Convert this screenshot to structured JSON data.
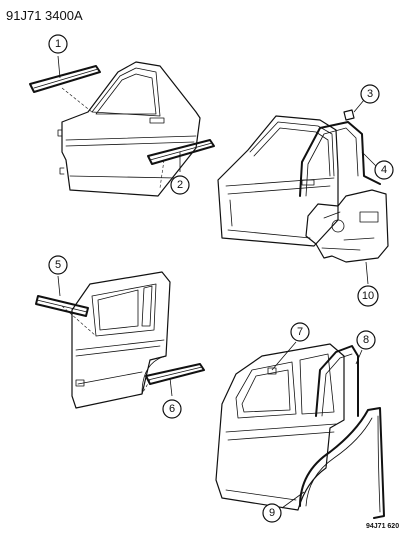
{
  "header": {
    "code": "91J71 3400A"
  },
  "footer": {
    "code": "94J71 620"
  },
  "callouts": [
    {
      "number": "1"
    },
    {
      "number": "2"
    },
    {
      "number": "3"
    },
    {
      "number": "4"
    },
    {
      "number": "5"
    },
    {
      "number": "6"
    },
    {
      "number": "7"
    },
    {
      "number": "8"
    },
    {
      "number": "9"
    },
    {
      "number": "10"
    }
  ]
}
